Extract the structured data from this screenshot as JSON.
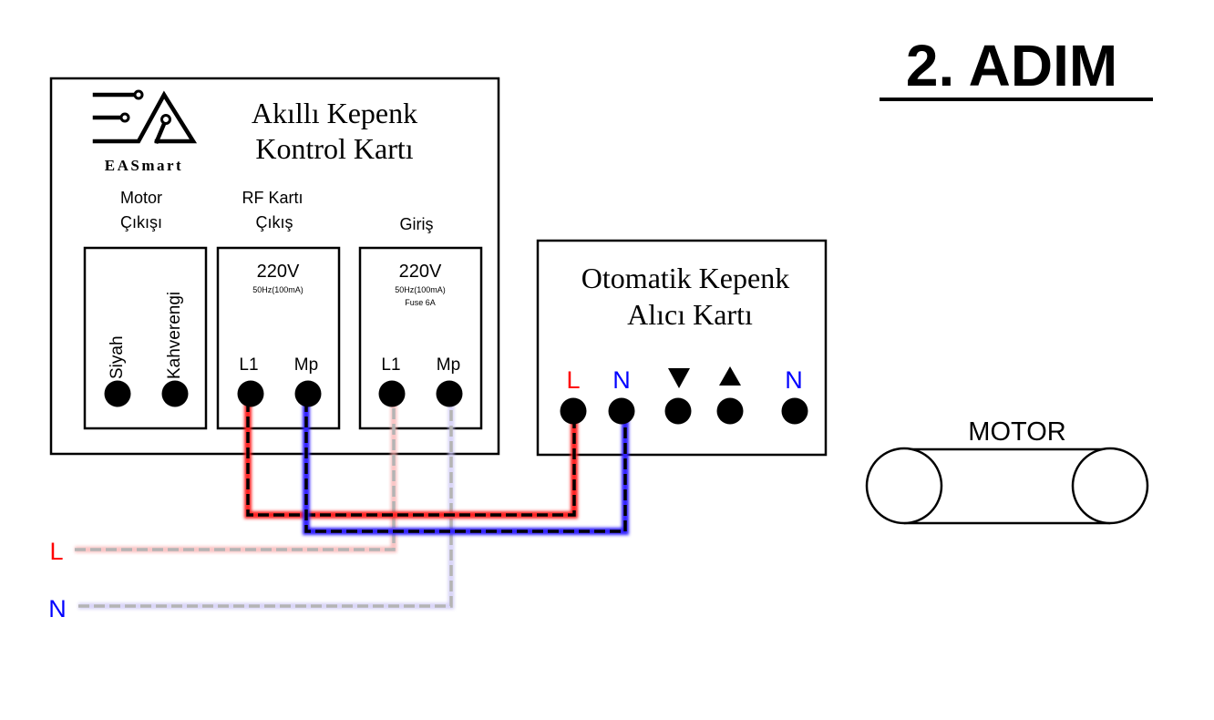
{
  "step_title": "2. ADIM",
  "control_card": {
    "brand": "EASmart",
    "title_line1": "Akıllı Kepenk",
    "title_line2": "Kontrol Kartı",
    "sections": {
      "motor_output": {
        "line1": "Motor",
        "line2": "Çıkışı",
        "terminals": [
          "Siyah",
          "Kahverengi"
        ]
      },
      "rf_output": {
        "line1": "RF Kartı",
        "line2": "Çıkış",
        "voltage": "220V",
        "spec": "50Hz(100mA)",
        "terminals": [
          "L1",
          "Mp"
        ]
      },
      "input": {
        "line1": "Giriş",
        "voltage": "220V",
        "spec": "50Hz(100mA)",
        "fuse": "Fuse 6A",
        "terminals": [
          "L1",
          "Mp"
        ]
      }
    }
  },
  "receiver_card": {
    "title_line1": "Otomatik Kepenk",
    "title_line2": "Alıcı Kartı",
    "terminals": [
      {
        "label": "L",
        "color": "#ff0000"
      },
      {
        "label": "N",
        "color": "#0000ff"
      },
      {
        "label": "▼",
        "color": "#000000"
      },
      {
        "label": "▲",
        "color": "#000000"
      },
      {
        "label": "N",
        "color": "#0000ff"
      }
    ]
  },
  "motor": {
    "label": "MOTOR"
  },
  "mains": {
    "L": {
      "label": "L",
      "color": "#ff0000"
    },
    "N": {
      "label": "N",
      "color": "#0000ff"
    }
  },
  "colors": {
    "live": "#ff0000",
    "neutral": "#0000ff",
    "live_faint": "#f7b0b0",
    "neutral_faint": "#c4c0f0"
  }
}
